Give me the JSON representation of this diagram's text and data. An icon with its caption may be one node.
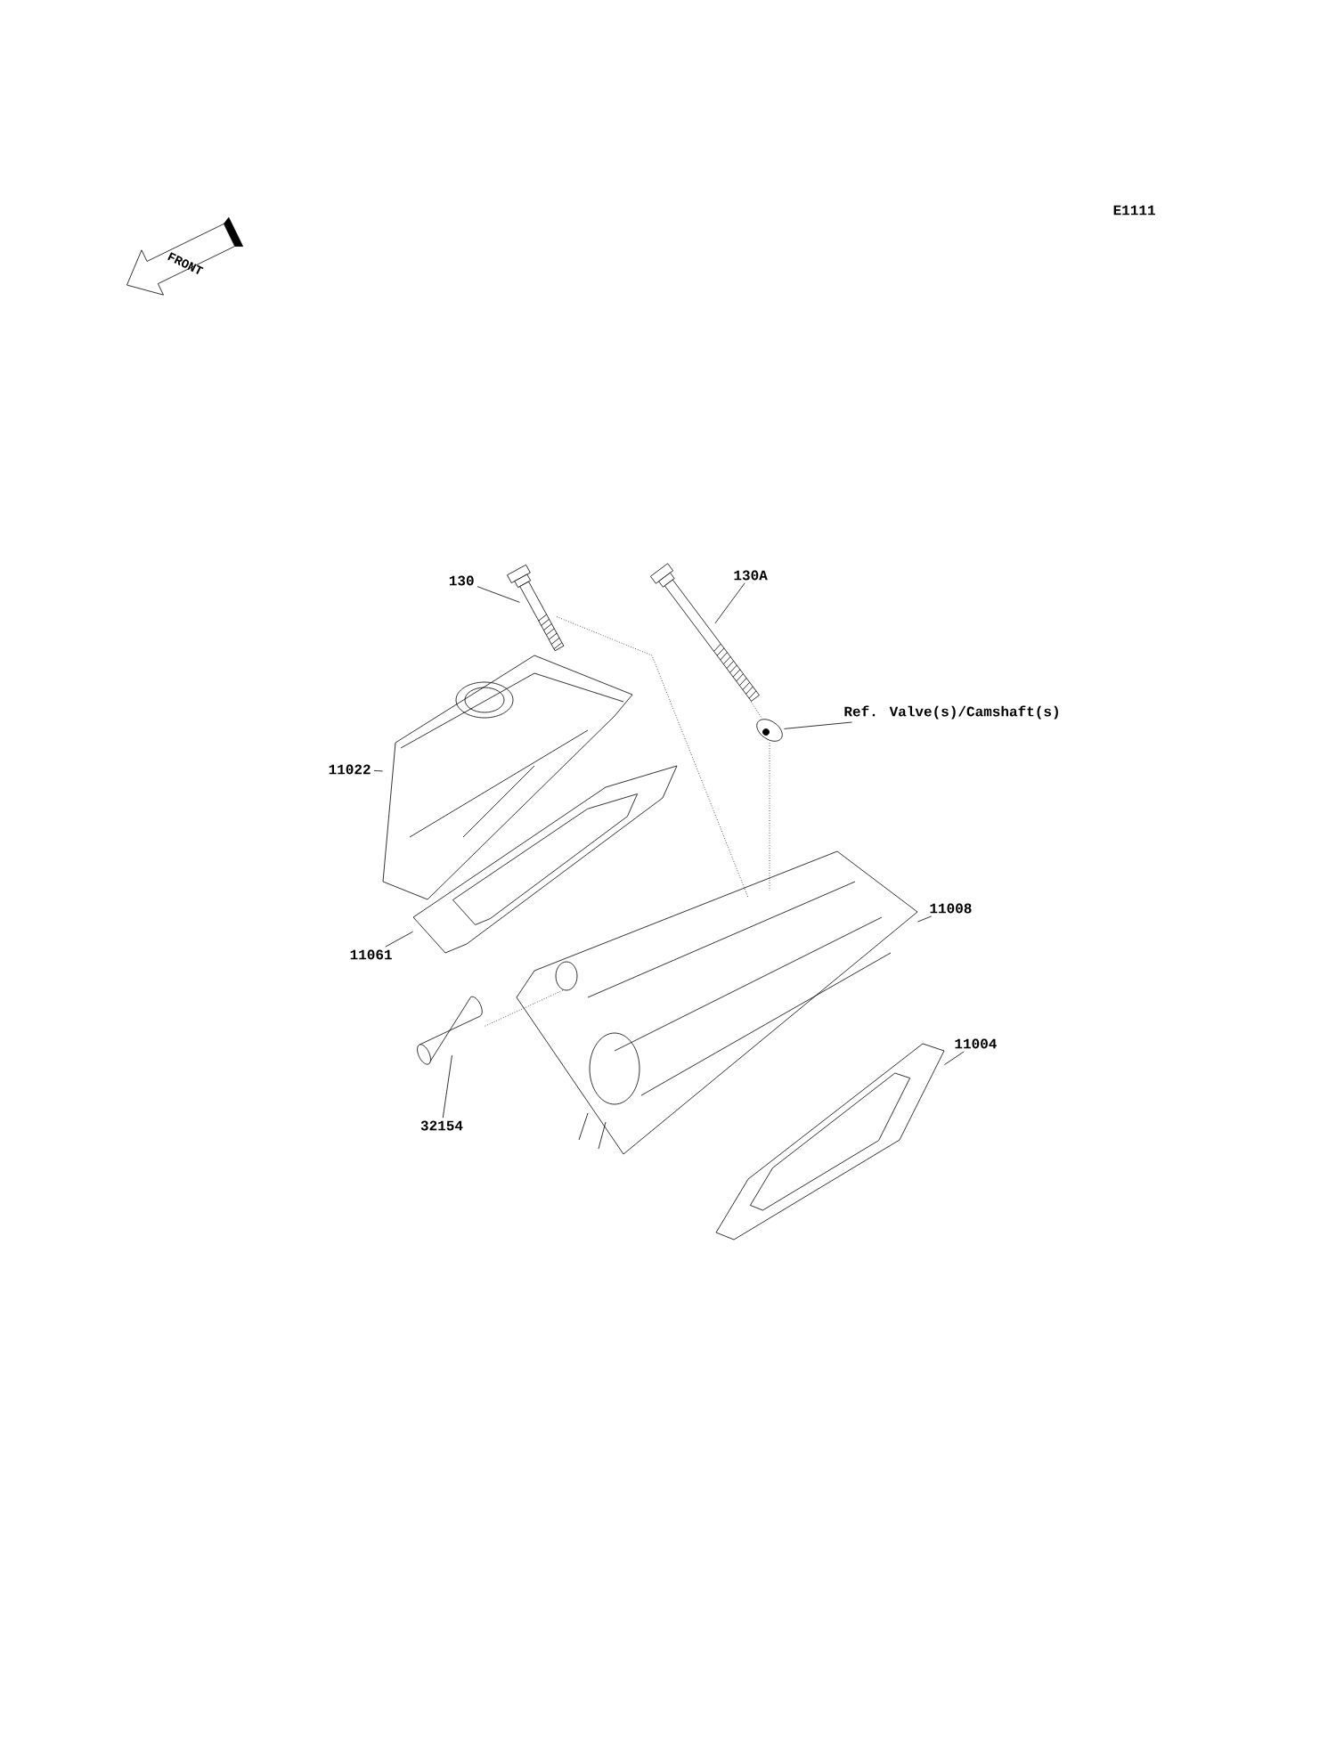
{
  "diagram": {
    "nodes": [
      {
        "text": [
          "130"
        ]
      },
      {
        "text": [
          "130A"
        ]
      },
      {
        "text": [
          "Ref. Valve(s)/Camshaft(s)"
        ]
      },
      {
        "text": [
          "11022"
        ]
      },
      {
        "text": [
          "11061"
        ]
      },
      {
        "text": [
          "11008"
        ]
      },
      {
        "text": [
          "11004"
        ]
      },
      {
        "text": [
          "32154"
        ]
      },
      {
        "text": [],
        "shape": "picture"
      },
      {
        "text": [],
        "shape": "picture"
      },
      {
        "text": [],
        "shape": "picture"
      },
      {
        "text": [],
        "shape": "picture"
      },
      {
        "text": [],
        "shape": "picture"
      },
      {
        "text": [],
        "shape": "picture"
      },
      {
        "text": [],
        "shape": "picture"
      },
      {
        "text": [],
        "shape": "picture"
      }
    ],
    "edges": [
      {
        "from": 0,
        "to": 8,
        "arrow": "none"
      },
      {
        "from": 1,
        "to": 9,
        "arrow": "none"
      },
      {
        "from": 2,
        "to": 10,
        "arrow": "none"
      },
      {
        "from": 3,
        "to": 11,
        "arrow": "none"
      },
      {
        "from": 4,
        "to": 12,
        "arrow": "none"
      },
      {
        "from": 5,
        "to": 13,
        "arrow": "none"
      },
      {
        "from": 6,
        "to": 14,
        "arrow": "none"
      },
      {
        "from": 7,
        "to": 15,
        "arrow": "none"
      },
      {
        "from": 8,
        "to": 13,
        "arrow": "none",
        "style": "dashed"
      },
      {
        "from": 9,
        "to": 10,
        "arrow": "none",
        "style": "dashed"
      },
      {
        "from": 10,
        "to": 13,
        "arrow": "none",
        "style": "dashed"
      },
      {
        "from": 15,
        "to": 13,
        "arrow": "none",
        "style": "dashed"
      }
    ],
    "labels": [
      "E1111",
      "FRONT"
    ]
  }
}
